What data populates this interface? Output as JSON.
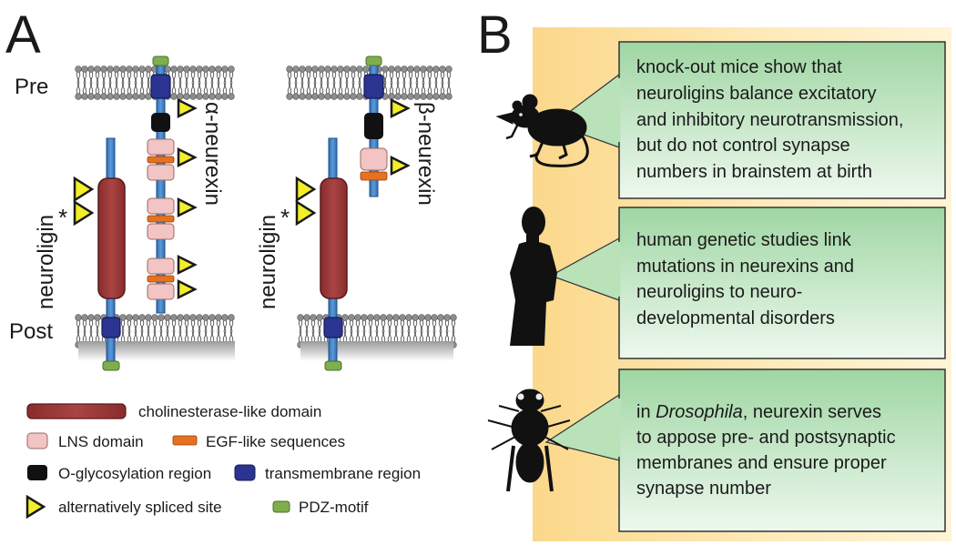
{
  "panels": {
    "a": "A",
    "b": "B"
  },
  "membrane_labels": {
    "pre": "Pre",
    "post": "Post"
  },
  "proteins": {
    "neuroligin_1": "neuroligin",
    "neuroligin_2": "neuroligin",
    "alpha_neurexin": "α-neurexin",
    "beta_neurexin": "β-neurexin",
    "star_1": "*",
    "star_2": "*"
  },
  "legend": {
    "cholinesterase": "cholinesterase-like domain",
    "lns": "LNS domain",
    "egf": "EGF-like sequences",
    "oglyco": "O-glycosylation region",
    "transmembrane": "transmembrane region",
    "spliced": "alternatively spliced site",
    "pdz": "PDZ-motif"
  },
  "boxes": {
    "mouse": {
      "lines": [
        "knock-out mice show that",
        "neuroligins balance excitatory",
        "and inhibitory neurotransmission,",
        "but do not control synapse",
        "numbers in brainstem at birth"
      ]
    },
    "human": {
      "lines": [
        "human genetic studies link",
        "mutations in neurexins and",
        "neuroligins to neuro-",
        "developmental disorders"
      ]
    },
    "fly": {
      "line1_prefix": "in ",
      "line1_italic": "Drosophila",
      "line1_suffix": ", neurexin serves",
      "lines": [
        "to appose pre- and postsynaptic",
        "membranes and ensure proper",
        "synapse number"
      ]
    }
  },
  "colors": {
    "cholinesterase": "#9b3535",
    "lns": "#f2c4c4",
    "egf": "#e8711f",
    "oglyco": "#111111",
    "transmembrane": "#2c3491",
    "pdz": "#7fae4d",
    "stalk": "#3f7fc4",
    "spliced": "#f2ee2a",
    "box_fill": "#d8efd6",
    "background_b": "#fde9b4"
  }
}
